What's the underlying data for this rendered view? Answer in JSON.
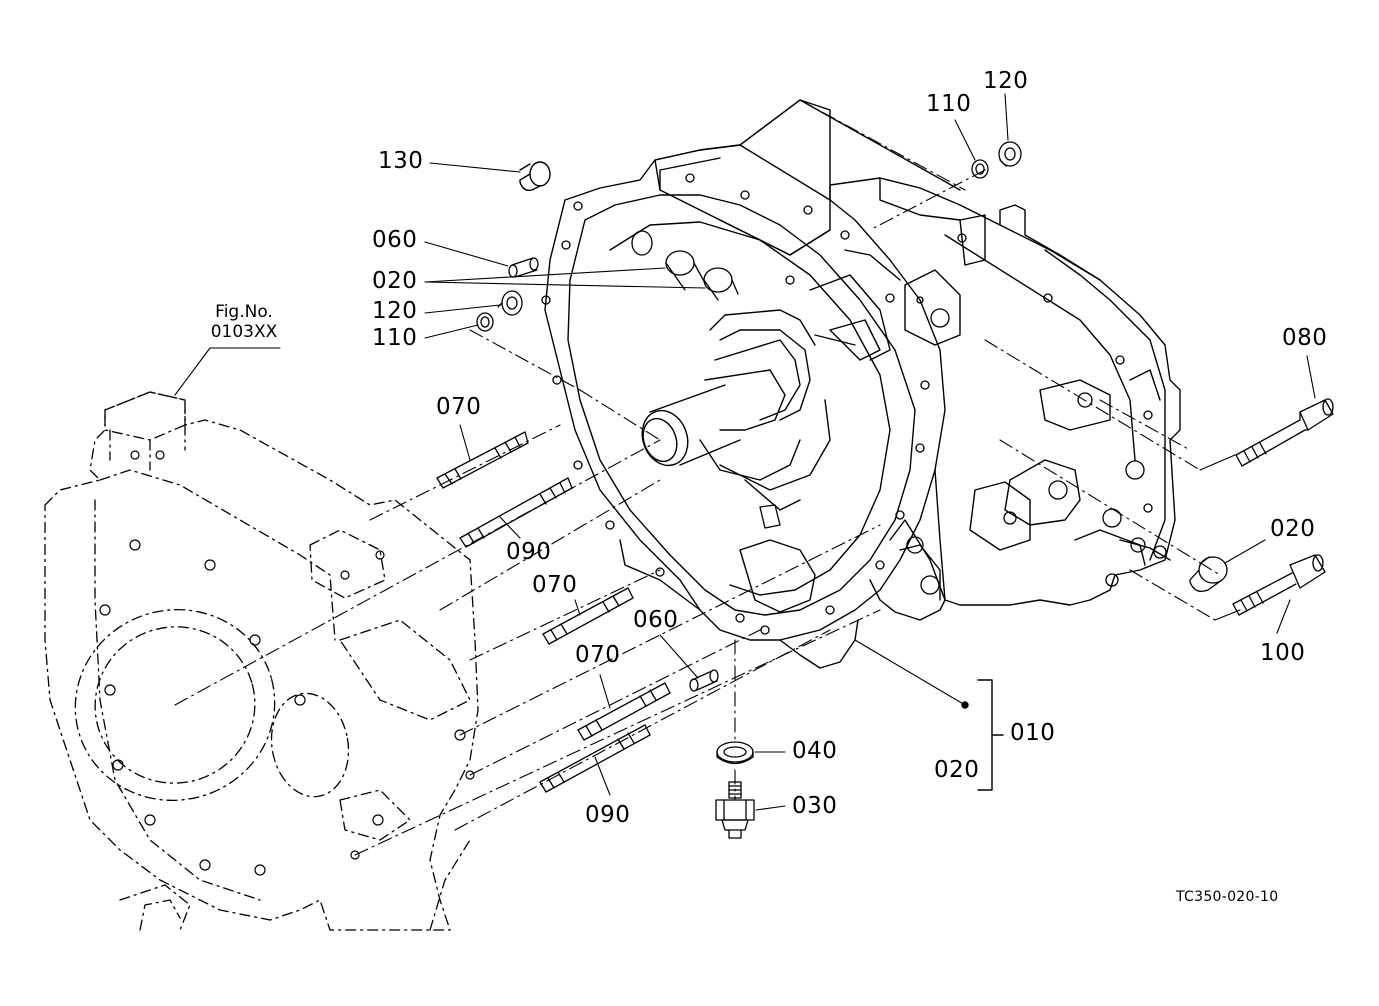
{
  "diagram_id": "TC350-020-10",
  "figure_ref": {
    "title": "Fig.No.",
    "number": "0103XX"
  },
  "callouts": {
    "c130": "130",
    "c060a": "060",
    "c020a": "020",
    "c120a": "120",
    "c110a": "110",
    "c110b": "110",
    "c120b": "120",
    "c070a": "070",
    "c090a": "090",
    "c070b": "070",
    "c070c": "070",
    "c090b": "090",
    "c060b": "060",
    "c040": "040",
    "c030": "030",
    "c080": "080",
    "c020b": "020",
    "c100": "100",
    "c010": "010",
    "c020c": "020"
  },
  "colors": {
    "line": "#000000",
    "background": "#ffffff"
  }
}
